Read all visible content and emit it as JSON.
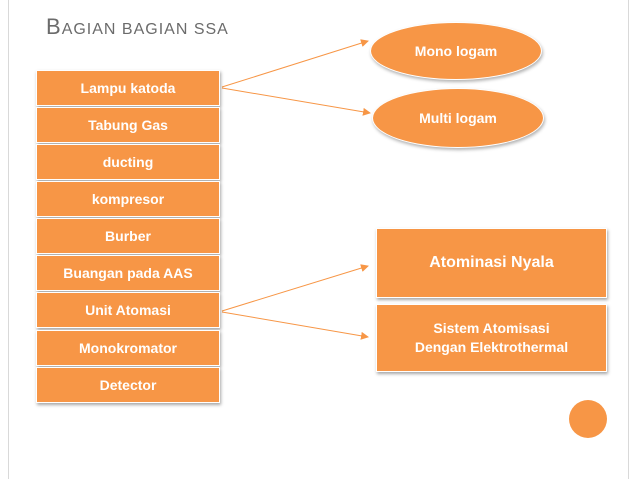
{
  "title": {
    "first": "B",
    "rest": "AGIAN BAGIAN SSA"
  },
  "left_items": [
    "Lampu katoda",
    "Tabung Gas",
    "ducting",
    "kompresor",
    "Burber",
    "Buangan pada AAS",
    "Unit Atomasi",
    "Monokromator",
    "Detector"
  ],
  "lamp_types": [
    "Mono logam",
    "Multi logam"
  ],
  "atomization_types": [
    "Atominasi Nyala",
    "Sistem Atomisasi\nDengan Elektrothermal"
  ],
  "colors": {
    "accent": "#f79646",
    "title": "#6b6b6b",
    "arrow": "#f79646"
  }
}
